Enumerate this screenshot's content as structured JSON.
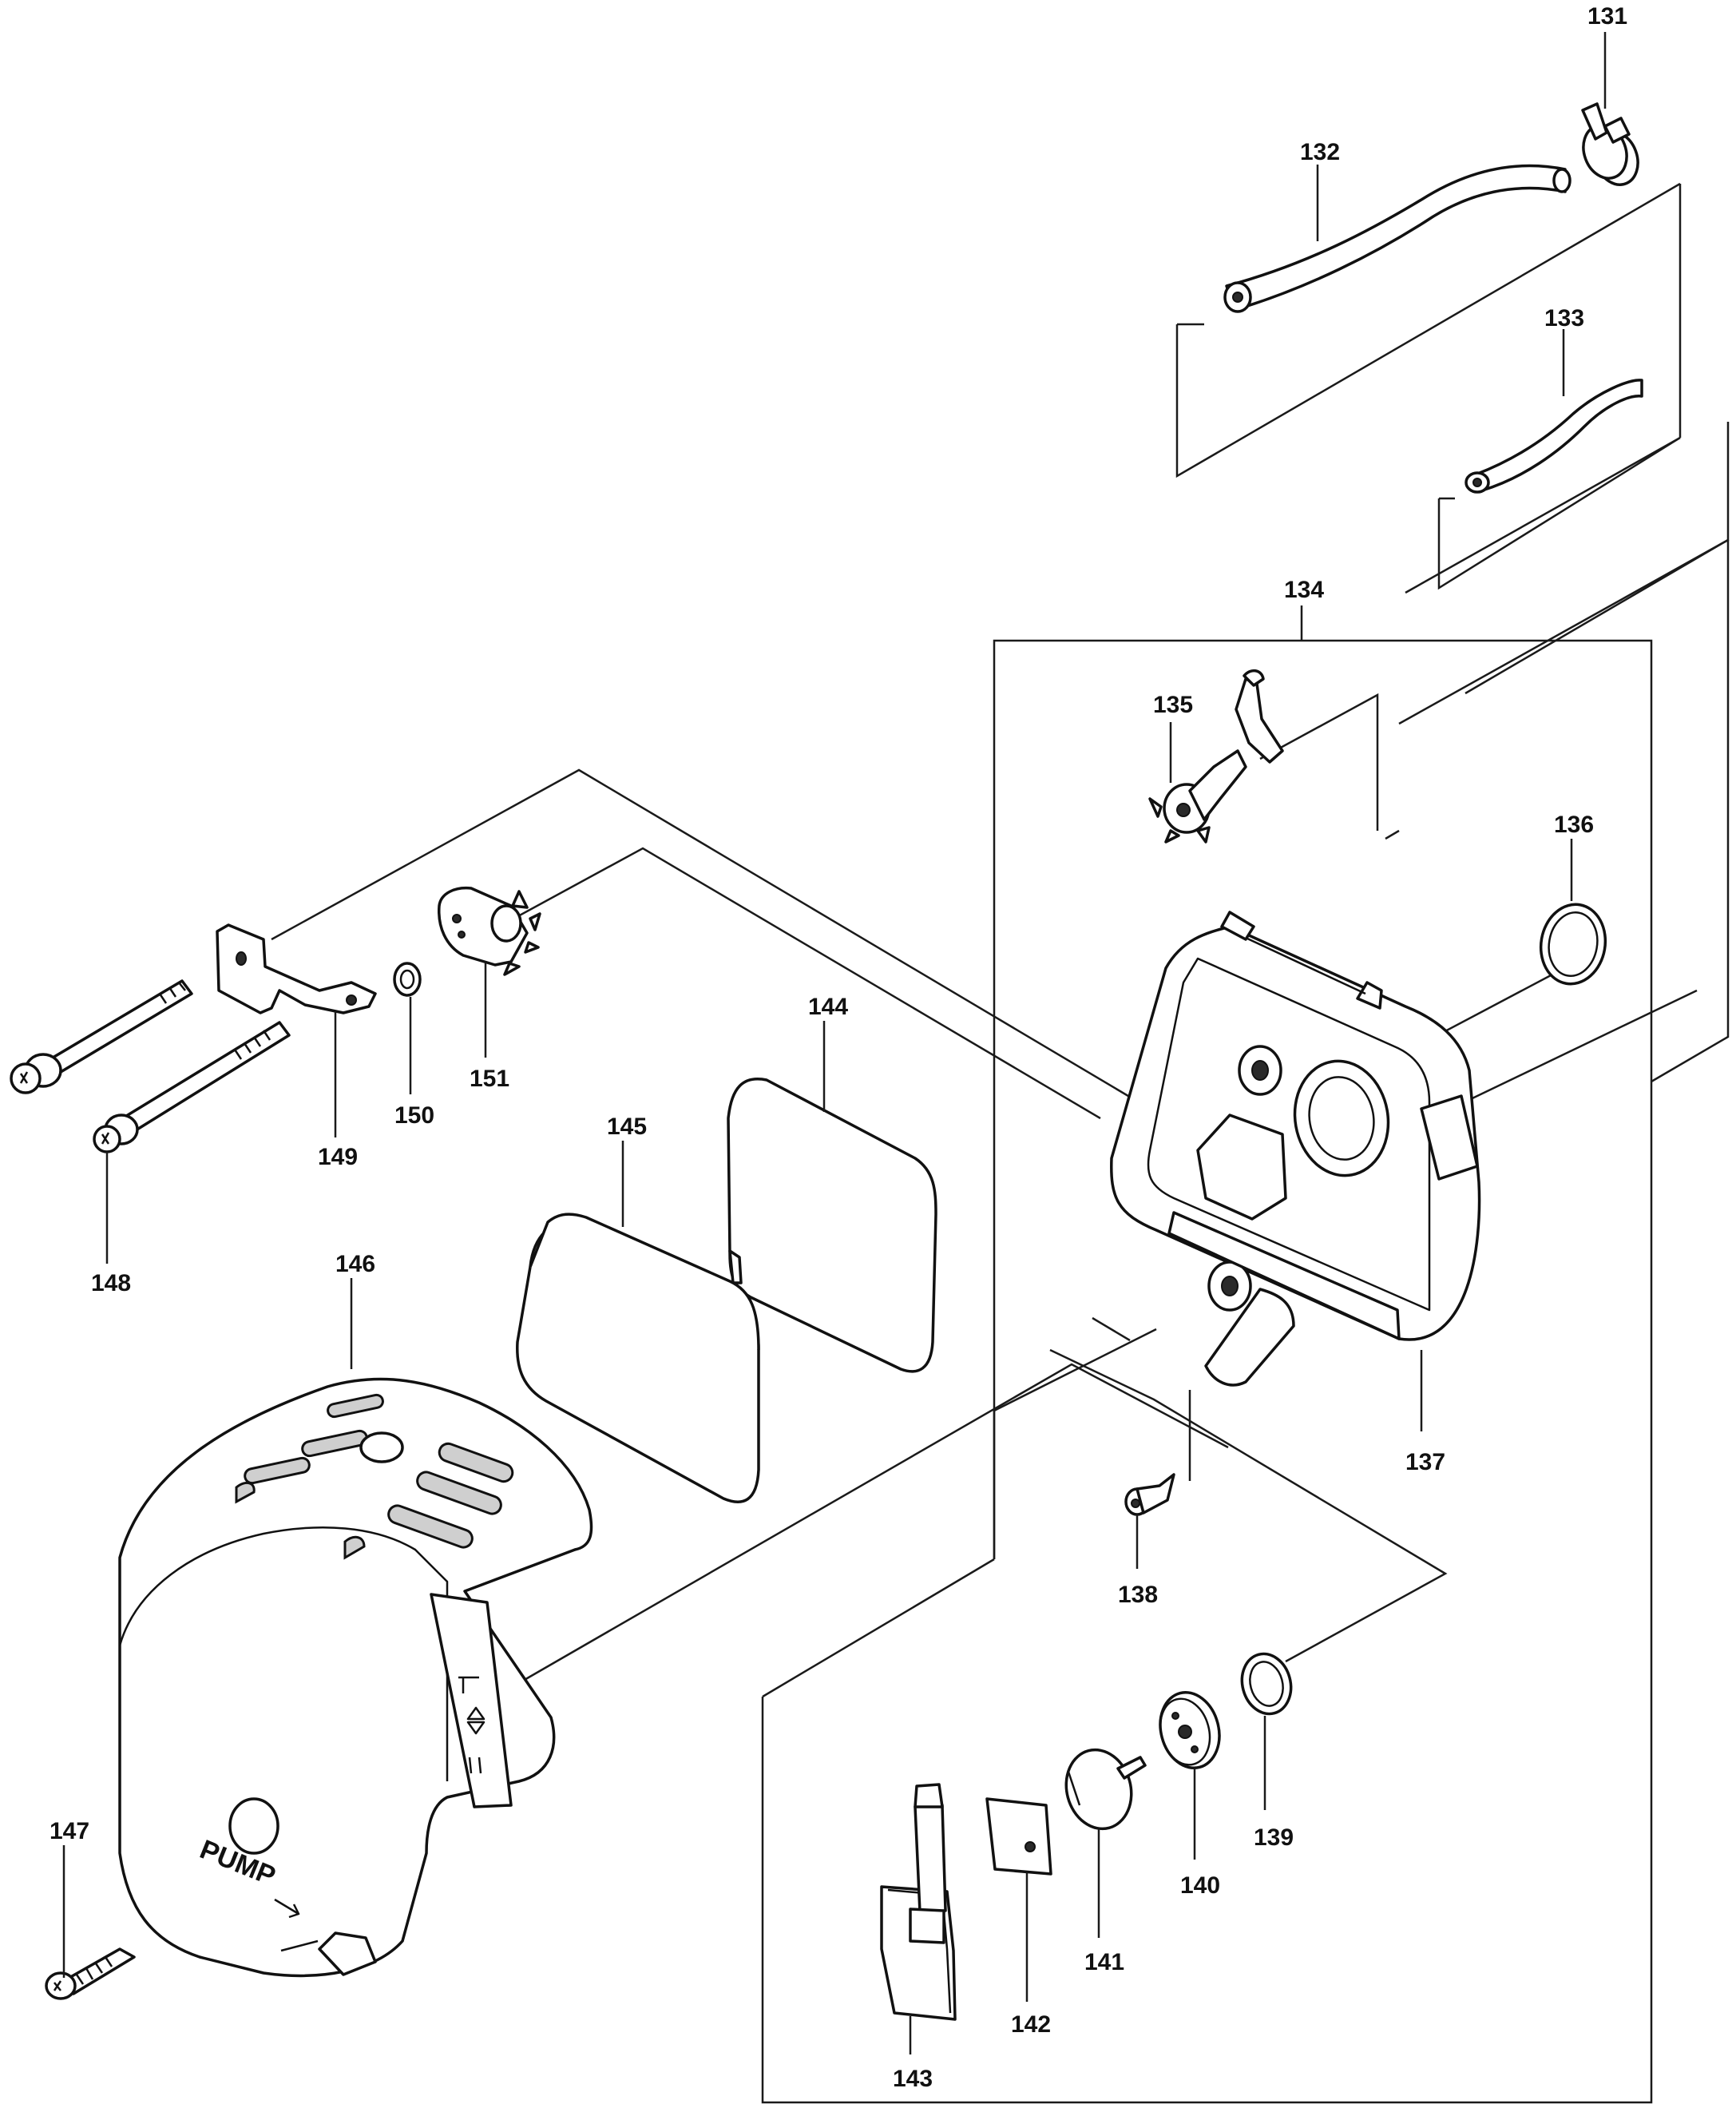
{
  "diagram": {
    "part_numbers": [
      "131",
      "132",
      "133",
      "134",
      "135",
      "136",
      "137",
      "138",
      "139",
      "140",
      "141",
      "142",
      "143",
      "144",
      "145",
      "146",
      "147",
      "148",
      "149",
      "150",
      "151"
    ],
    "cover_text": "PUMP"
  }
}
